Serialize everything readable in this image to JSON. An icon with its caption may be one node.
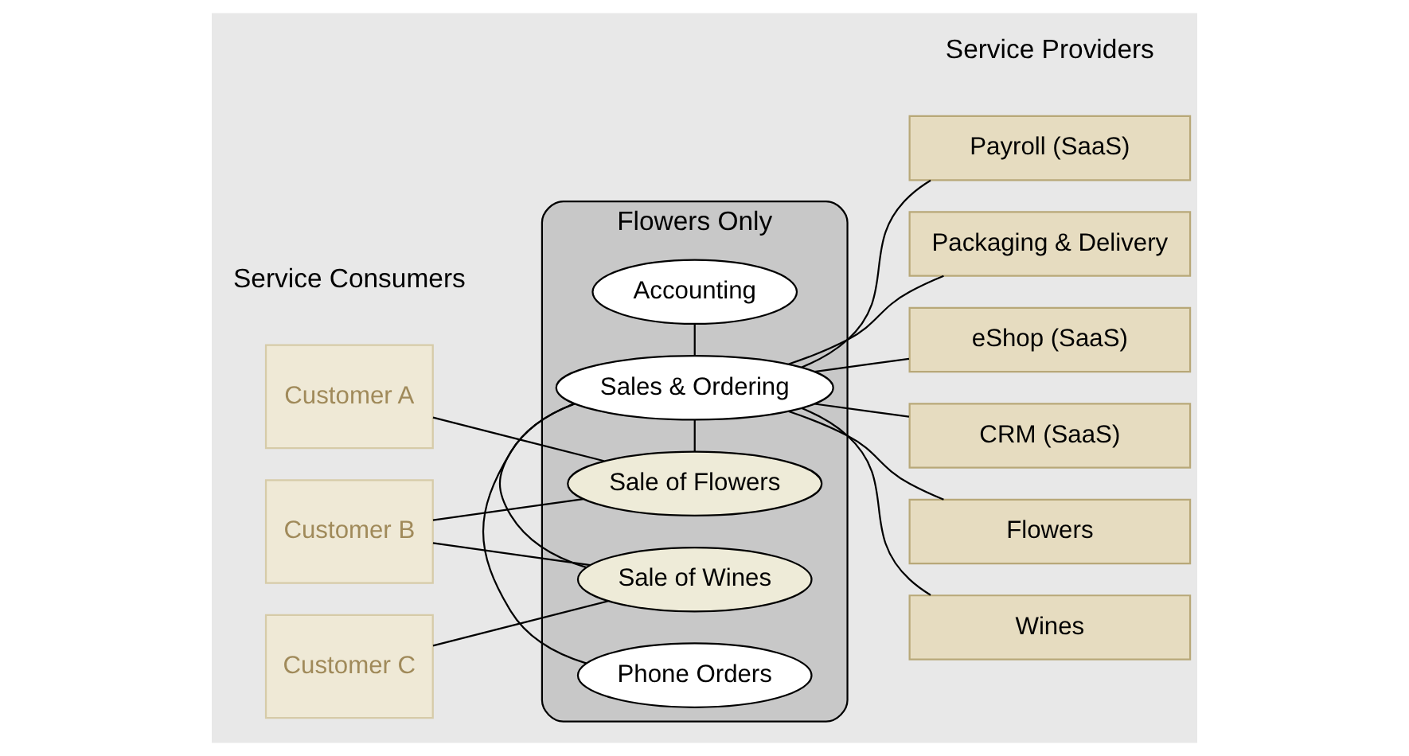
{
  "diagram": {
    "nodes": [
      {
        "text": [
          "Flowers Only"
        ]
      },
      {
        "text": [
          "Customer A"
        ]
      },
      {
        "text": [
          "Customer B"
        ]
      },
      {
        "text": [
          "Customer C"
        ]
      },
      {
        "text": [
          "Sale of Flowers"
        ],
        "in": 0
      },
      {
        "text": [
          "Sale of Wines"
        ],
        "in": 0
      },
      {
        "text": [
          "Phone Orders"
        ],
        "in": 0
      },
      {
        "text": [
          "Sales & Ordering"
        ],
        "in": 0
      },
      {
        "text": [
          "Accounting"
        ],
        "in": 0
      },
      {
        "text": [
          "Payroll (SaaS)"
        ]
      },
      {
        "text": [
          "Packaging & Delivery"
        ]
      },
      {
        "text": [
          "eShop (SaaS)"
        ]
      },
      {
        "text": [
          "CRM (SaaS)"
        ]
      },
      {
        "text": [
          "Flowers"
        ]
      },
      {
        "text": [
          "Wines"
        ]
      }
    ],
    "edges": [
      {
        "from": 1,
        "to": 4,
        "arrow": "none"
      },
      {
        "from": 2,
        "to": 4,
        "arrow": "none"
      },
      {
        "from": 2,
        "to": 5,
        "arrow": "none"
      },
      {
        "from": 3,
        "to": 5,
        "arrow": "none"
      },
      {
        "from": 4,
        "to": 7,
        "arrow": "none"
      },
      {
        "from": 5,
        "to": 7,
        "arrow": "none"
      },
      {
        "from": 6,
        "to": 7,
        "arrow": "none"
      },
      {
        "from": 7,
        "to": 8,
        "arrow": "none"
      },
      {
        "from": 7,
        "to": 9,
        "arrow": "none"
      },
      {
        "from": 7,
        "to": 10,
        "arrow": "none"
      },
      {
        "from": 7,
        "to": 11,
        "arrow": "none"
      },
      {
        "from": 7,
        "to": 12,
        "arrow": "none"
      },
      {
        "from": 7,
        "to": 13,
        "arrow": "none"
      },
      {
        "from": 7,
        "to": 14,
        "arrow": "none"
      }
    ],
    "labels": [
      "Service Consumers",
      "Service Providers"
    ]
  }
}
